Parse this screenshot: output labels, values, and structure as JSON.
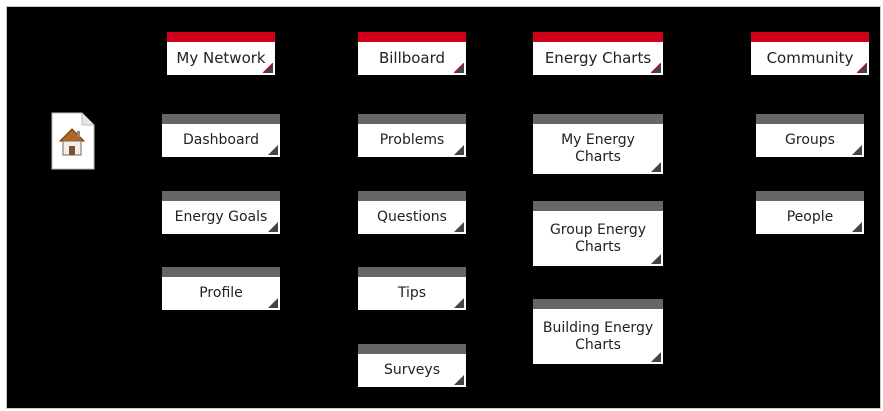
{
  "nav": {
    "home_icon": "home-icon",
    "headers": {
      "my_network": "My Network",
      "billboard": "Billboard",
      "energy_charts": "Energy Charts",
      "community": "Community"
    },
    "my_network_items": [
      "Dashboard",
      "Energy Goals",
      "Profile"
    ],
    "billboard_items": [
      "Problems",
      "Questions",
      "Tips",
      "Surveys"
    ],
    "energy_charts_items": [
      "My Energy Charts",
      "Group Energy Charts",
      "Building Energy Charts"
    ],
    "community_items": [
      "Groups",
      "People"
    ]
  },
  "colors": {
    "header_accent": "#d0021b",
    "item_accent": "#666666",
    "background": "#000000"
  }
}
